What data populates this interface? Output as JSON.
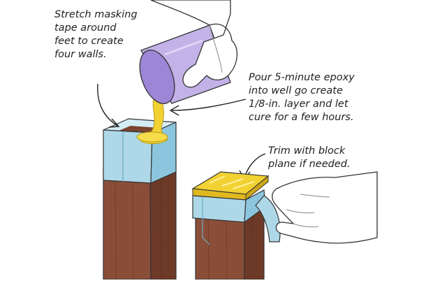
{
  "callouts": {
    "tape": "Stretch masking\ntape around\nfeet to create\nfour walls.",
    "pour": "Pour 5-minute epoxy\ninto well go create\n1/8-in. layer and let\ncure for a few hours.",
    "trim": "Trim with block\nplane if needed."
  },
  "colors": {
    "wood": "#8a4e38",
    "wood_dark": "#6e3a28",
    "tape": "#aed8e8",
    "tape_edge": "#6aaec6",
    "epoxy": "#f2d232",
    "cup": "#c3b2e8",
    "cup_dark": "#9d86d6",
    "skin": "#ffffff",
    "outline": "#333333"
  },
  "icons": [
    "cup-icon",
    "hand-icon",
    "leg-icon",
    "tape-icon",
    "epoxy-icon"
  ]
}
